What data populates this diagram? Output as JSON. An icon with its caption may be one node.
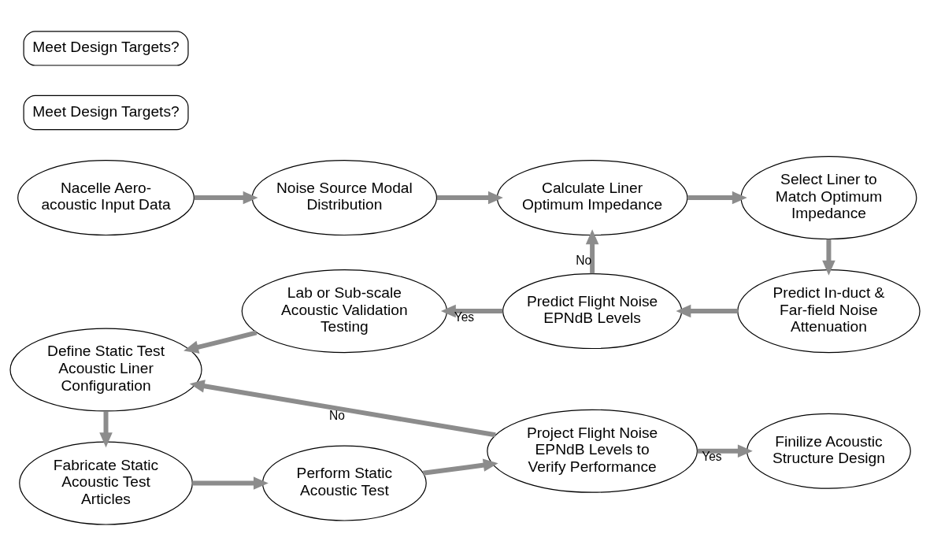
{
  "diagram": {
    "nodes": [
      {
        "text": [
          "Nacelle Aero-acoustic Input Data"
        ]
      },
      {
        "text": [
          "Noise Source Modal Distribution"
        ]
      },
      {
        "text": [
          "Calculate Liner Optimum Impedance"
        ]
      },
      {
        "text": [
          "Select Liner to Match Optimum Impedance"
        ]
      },
      {
        "text": [
          "Meet Design Targets?"
        ]
      },
      {
        "text": [
          "Define Static Test Acoustic Liner Configuration"
        ]
      },
      {
        "text": [
          "Lab or Sub-scale Acoustic Validation Testing"
        ]
      },
      {
        "text": [
          "Predict Flight Noise EPNdB Levels"
        ]
      },
      {
        "text": [
          "Predict In-duct & Far-field Noise Attenuation"
        ]
      },
      {
        "text": [
          "Meet Design Targets?"
        ]
      },
      {
        "text": [
          "Fabricate Static Acoustic Test Articles"
        ]
      },
      {
        "text": [
          "Perform Static Acoustic Test"
        ]
      },
      {
        "text": [
          "Project Flight Noise EPNdB Levels to Verify Performance"
        ]
      },
      {
        "text": [
          "Finilize Acoustic Structure Design"
        ]
      }
    ],
    "edges": [
      {
        "from": 0,
        "to": 1,
        "arrow": "to"
      },
      {
        "from": 1,
        "to": 2,
        "arrow": "to"
      },
      {
        "from": 2,
        "to": 3,
        "arrow": "to"
      },
      {
        "from": 3,
        "to": 8,
        "arrow": "to"
      },
      {
        "from": 8,
        "to": 7,
        "arrow": "to"
      },
      {
        "from": 7,
        "to": 6,
        "arrow": "to",
        "label": "Yes"
      },
      {
        "from": 7,
        "to": 2,
        "arrow": "to",
        "label": "No"
      },
      {
        "from": 6,
        "to": 5,
        "arrow": "to"
      },
      {
        "from": 5,
        "to": 10,
        "arrow": "to"
      },
      {
        "from": 10,
        "to": 11,
        "arrow": "to"
      },
      {
        "from": 11,
        "to": 12,
        "arrow": "to"
      },
      {
        "from": 12,
        "to": 5,
        "arrow": "to",
        "label": "No"
      },
      {
        "from": 12,
        "to": 13,
        "arrow": "to",
        "label": "Yes"
      }
    ]
  }
}
